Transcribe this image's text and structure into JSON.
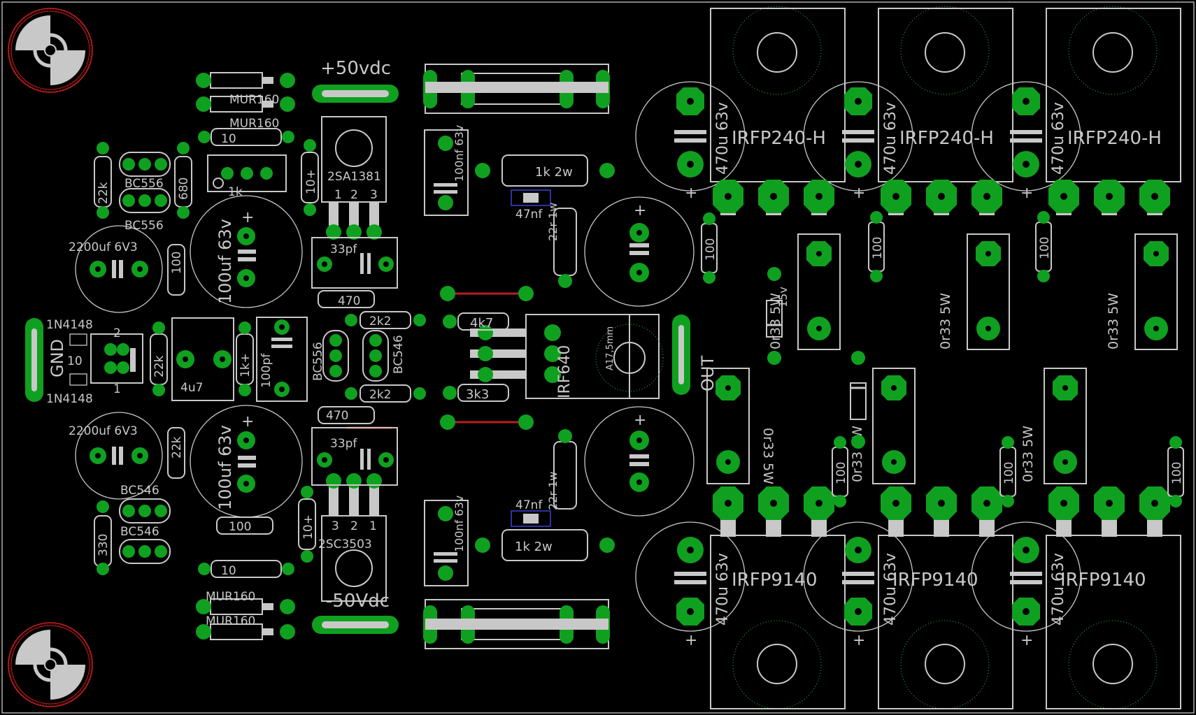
{
  "board": {
    "colors": {
      "background": "#000000",
      "silkscreen": "#c8c8c8",
      "pad": "#10a020",
      "copper_trace": "#c8c8c8",
      "keepout_circle": "#2aa84a",
      "mounting_hole": "#cc2222",
      "jumper": "#b52020",
      "smd_outline": "#3030a0"
    }
  },
  "labels": {
    "pos_supply": "+50vdc",
    "neg_supply": "-50Vdc",
    "gnd": "GND",
    "out": "OUT",
    "mur160_a": "MUR160",
    "mur160_b": "MUR160",
    "mur160_c": "MUR160",
    "mur160_d": "MUR160",
    "r10_top": "10",
    "r10_bot": "10",
    "r22k_1": "22k",
    "r22k_2": "22k",
    "r22k_3": "22k",
    "bc556_1": "BC556",
    "bc556_2": "BC556",
    "bc556_3": "BC556",
    "bc546_1": "BC546",
    "bc546_2": "BC546",
    "bc546_3": "BC546",
    "r680": "680",
    "pot1k": "1k",
    "r10plus_1": "10+",
    "r10plus_2": "10+",
    "q2sa1381": "2SA1381",
    "q2sc3503": "2SC3503",
    "pin1": "1",
    "pin2": "2",
    "pin3": "3",
    "c2200_1": "2200uf 6V3",
    "c2200_2": "2200uf 6V3",
    "r100_a": "100",
    "r100_b": "100",
    "r100_c": "100",
    "r100_d": "100",
    "r100_e": "100",
    "r100_f": "100",
    "r100_g": "100",
    "r100_h": "100",
    "c100uf_1": "100uf 63v",
    "c100uf_2": "100uf 63v",
    "c33pf_1": "33pf",
    "c33pf_2": "33pf",
    "r470_1": "470",
    "r470_2": "470",
    "d1n4148_1": "1N4148",
    "d1n4148_2": "1N4148",
    "r2k2_1": "2k2",
    "r2k2_2": "2k2",
    "c4u7": "4u7",
    "r1k_plus": "1k+",
    "c100pf": "100pf",
    "r4k7": "4k7",
    "r3k3": "3k3",
    "irf640": "IRF640",
    "heatsink": "A17,5mm",
    "c100nf_1": "100nf 63v",
    "c100nf_2": "100nf 63v",
    "r1k2w_1": "1k 2w",
    "r1k2w_2": "1k 2w",
    "c47nf_1": "47nf",
    "c47nf_2": "47nf",
    "r22r1w_1": "22r 1w",
    "r22r1w_2": "22r 1w",
    "c470u": "470u 63v",
    "irfp240": "IRFP240-H",
    "irfp9140": "IRFP9140",
    "r0r33": "0r33 5W",
    "r330": "330",
    "zener": "15v"
  }
}
